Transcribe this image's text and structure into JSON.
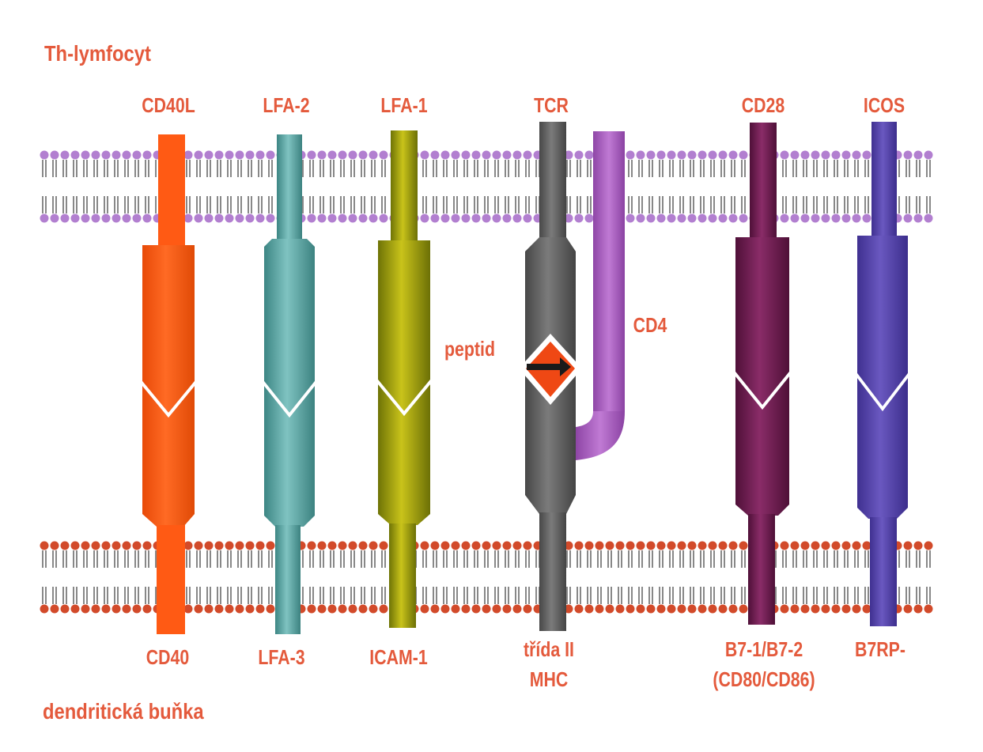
{
  "cells": {
    "top": "Th-lymfocyt",
    "bottom": "dendritická buňka"
  },
  "molecules": [
    {
      "top": "CD40L",
      "bottom": "CD40",
      "color": "#ff5a14"
    },
    {
      "top": "LFA-2",
      "bottom": "LFA-3",
      "color": "#4f9c9a"
    },
    {
      "top": "LFA-1",
      "bottom": "ICAM-1",
      "color": "#8f9410"
    },
    {
      "top": "TCR",
      "bottom": "třída II",
      "bottom2": "MHC",
      "color": "#5e5e5e"
    },
    {
      "top": "CD28",
      "bottom": "B7-1/B7-2",
      "bottom2": "(CD80/CD86)",
      "color": "#6a1f4f"
    },
    {
      "top": "ICOS",
      "bottom": "B7RP-",
      "color": "#4f3ea0"
    }
  ],
  "labels": {
    "peptide": "peptid",
    "cd4": "CD4"
  },
  "colors": {
    "label": "#e45a3c",
    "top_membrane": "#b27fd0",
    "bottom_membrane": "#d24a2a",
    "cd4": "#a35ab8",
    "peptide": "#f04a14"
  }
}
